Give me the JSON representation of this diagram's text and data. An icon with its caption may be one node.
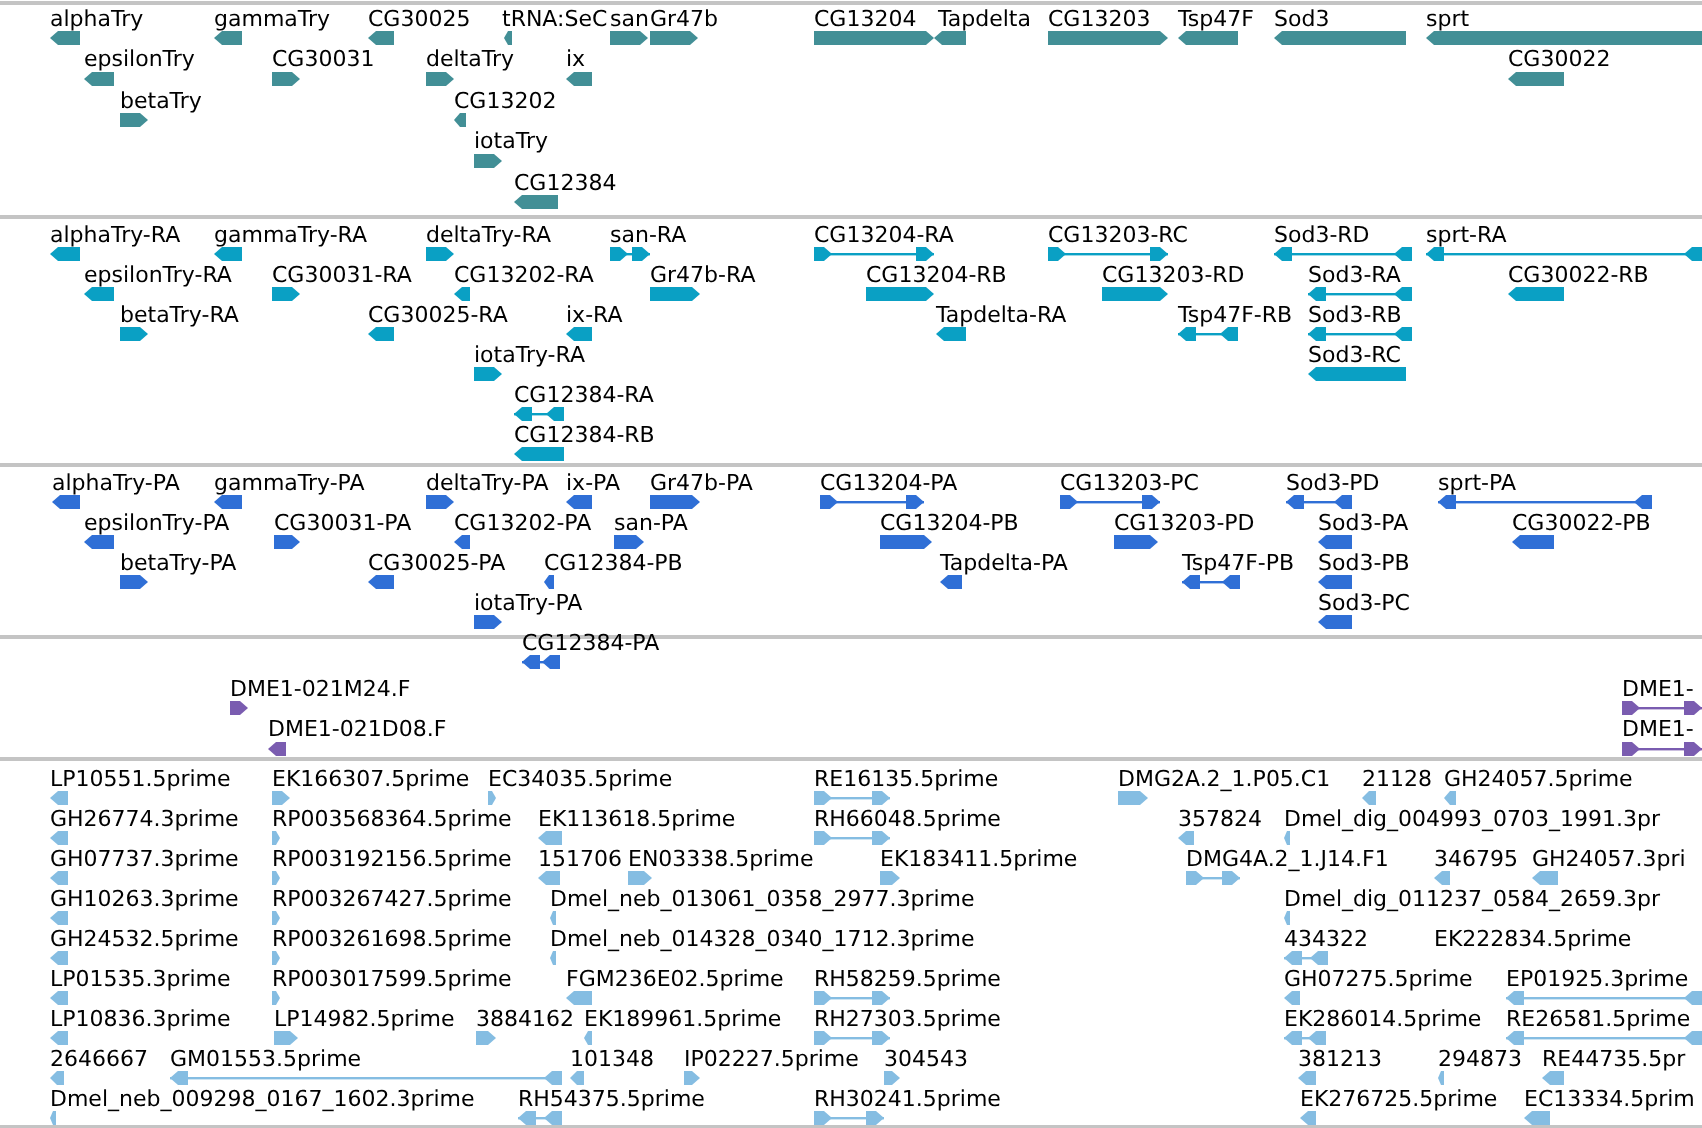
{
  "diagram": {
    "labels": [
      "alphaTry",
      "gammaTry",
      "CG30025",
      "tRNA:SeC",
      "san",
      "Gr47b",
      "CG13204",
      "Tapdelta",
      "CG13203",
      "Tsp47F",
      "Sod3",
      "sprt",
      "epsilonTry",
      "CG30031",
      "deltaTry",
      "ix",
      "CG30022",
      "betaTry",
      "CG13202",
      "iotaTry",
      "CG12384",
      "alphaTry-RA",
      "gammaTry-RA",
      "deltaTry-RA",
      "san-RA",
      "CG13204-RA",
      "CG13203-RC",
      "Sod3-RD",
      "sprt-RA",
      "epsilonTry-RA",
      "CG30031-RA",
      "CG13202-RA",
      "Gr47b-RA",
      "CG13204-RB",
      "CG13203-RD",
      "Sod3-RA",
      "CG30022-RB",
      "betaTry-RA",
      "CG30025-RA",
      "ix-RA",
      "Tapdelta-RA",
      "Tsp47F-RB",
      "Sod3-RB",
      "iotaTry-RA",
      "Sod3-RC",
      "CG12384-RA",
      "CG12384-RB",
      "alphaTry-PA",
      "gammaTry-PA",
      "deltaTry-PA",
      "ix-PA",
      "Gr47b-PA",
      "CG13204-PA",
      "CG13203-PC",
      "Sod3-PD",
      "sprt-PA",
      "epsilonTry-PA",
      "CG30031-PA",
      "CG13202-PA",
      "san-PA",
      "CG13204-PB",
      "CG13203-PD",
      "Sod3-PA",
      "CG30022-PB",
      "betaTry-PA",
      "CG30025-PA",
      "CG12384-PB",
      "Tapdelta-PA",
      "Tsp47F-PB",
      "Sod3-PB",
      "iotaTry-PA",
      "Sod3-PC",
      "CG12384-PA",
      "DME1-021M24.F",
      "DME1-",
      "DME1-021D08.F",
      "DME1-",
      "LP10551.5prime",
      "EK166307.5prime",
      "EC34035.5prime",
      "RE16135.5prime",
      "DMG2A.2_1.P05.C1",
      "21128",
      "GH24057.5prime",
      "GH26774.3prime",
      "RP003568364.5prime",
      "EK113618.5prime",
      "RH66048.5prime",
      "357824",
      "Dmel_dig_004993_0703_1991.3pr",
      "GH07737.3prime",
      "RP003192156.5prime",
      "151706",
      "EN03338.5prime",
      "EK183411.5prime",
      "DMG4A.2_1.J14.F1",
      "346795",
      "GH24057.3pri",
      "GH10263.3prime",
      "RP003267427.5prime",
      "Dmel_neb_013061_0358_2977.3prime",
      "Dmel_dig_011237_0584_2659.3pr",
      "GH24532.5prime",
      "RP003261698.5prime",
      "Dmel_neb_014328_0340_1712.3prime",
      "434322",
      "EK222834.5prime",
      "LP01535.3prime",
      "RP003017599.5prime",
      "FGM236E02.5prime",
      "RH58259.5prime",
      "GH07275.5prime",
      "EP01925.3prime",
      "LP10836.3prime",
      "LP14982.5prime",
      "3884162",
      "EK189961.5prime",
      "RH27303.5prime",
      "EK286014.5prime",
      "RE26581.5prime",
      "2646667",
      "GM01553.5prime",
      "101348",
      "IP02227.5prime",
      "304543",
      "381213",
      "294873",
      "RE44735.5pr",
      "Dmel_neb_009298_0167_1602.3prime",
      "RH54375.5prime",
      "RH30241.5prime",
      "EK276725.5prime",
      "EC13334.5prim"
    ]
  }
}
